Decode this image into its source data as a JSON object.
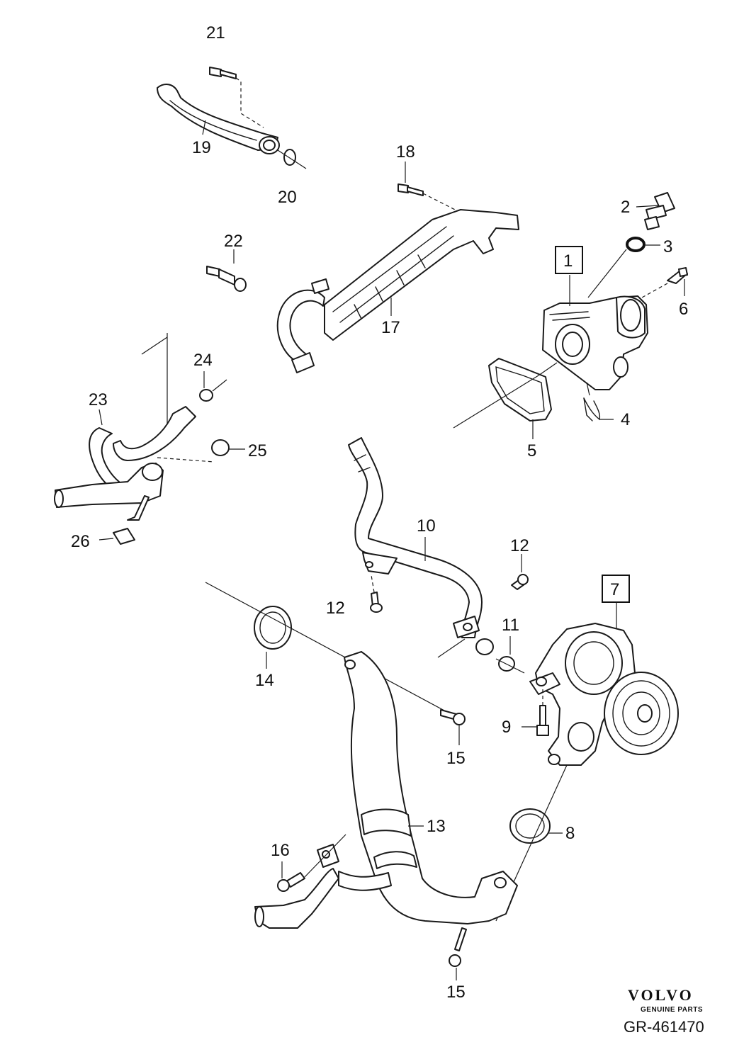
{
  "diagram": {
    "callouts": [
      {
        "id": "c21",
        "text": "21"
      },
      {
        "id": "c19",
        "text": "19"
      },
      {
        "id": "c20",
        "text": "20"
      },
      {
        "id": "c18",
        "text": "18"
      },
      {
        "id": "c22",
        "text": "22"
      },
      {
        "id": "c17",
        "text": "17"
      },
      {
        "id": "c2",
        "text": "2"
      },
      {
        "id": "c3",
        "text": "3"
      },
      {
        "id": "c1",
        "text": "1"
      },
      {
        "id": "c6",
        "text": "6"
      },
      {
        "id": "c4",
        "text": "4"
      },
      {
        "id": "c5",
        "text": "5"
      },
      {
        "id": "c24",
        "text": "24"
      },
      {
        "id": "c23",
        "text": "23"
      },
      {
        "id": "c25",
        "text": "25"
      },
      {
        "id": "c26",
        "text": "26"
      },
      {
        "id": "c10",
        "text": "10"
      },
      {
        "id": "c12a",
        "text": "12"
      },
      {
        "id": "c12b",
        "text": "12"
      },
      {
        "id": "c7",
        "text": "7"
      },
      {
        "id": "c11",
        "text": "11"
      },
      {
        "id": "c14",
        "text": "14"
      },
      {
        "id": "c9",
        "text": "9"
      },
      {
        "id": "c15a",
        "text": "15"
      },
      {
        "id": "c13",
        "text": "13"
      },
      {
        "id": "c8",
        "text": "8"
      },
      {
        "id": "c16",
        "text": "16"
      },
      {
        "id": "c15b",
        "text": "15"
      }
    ]
  },
  "footer": {
    "brand": "VOLVO",
    "brand_sub": "GENUINE PARTS",
    "reference": "GR-461470"
  }
}
